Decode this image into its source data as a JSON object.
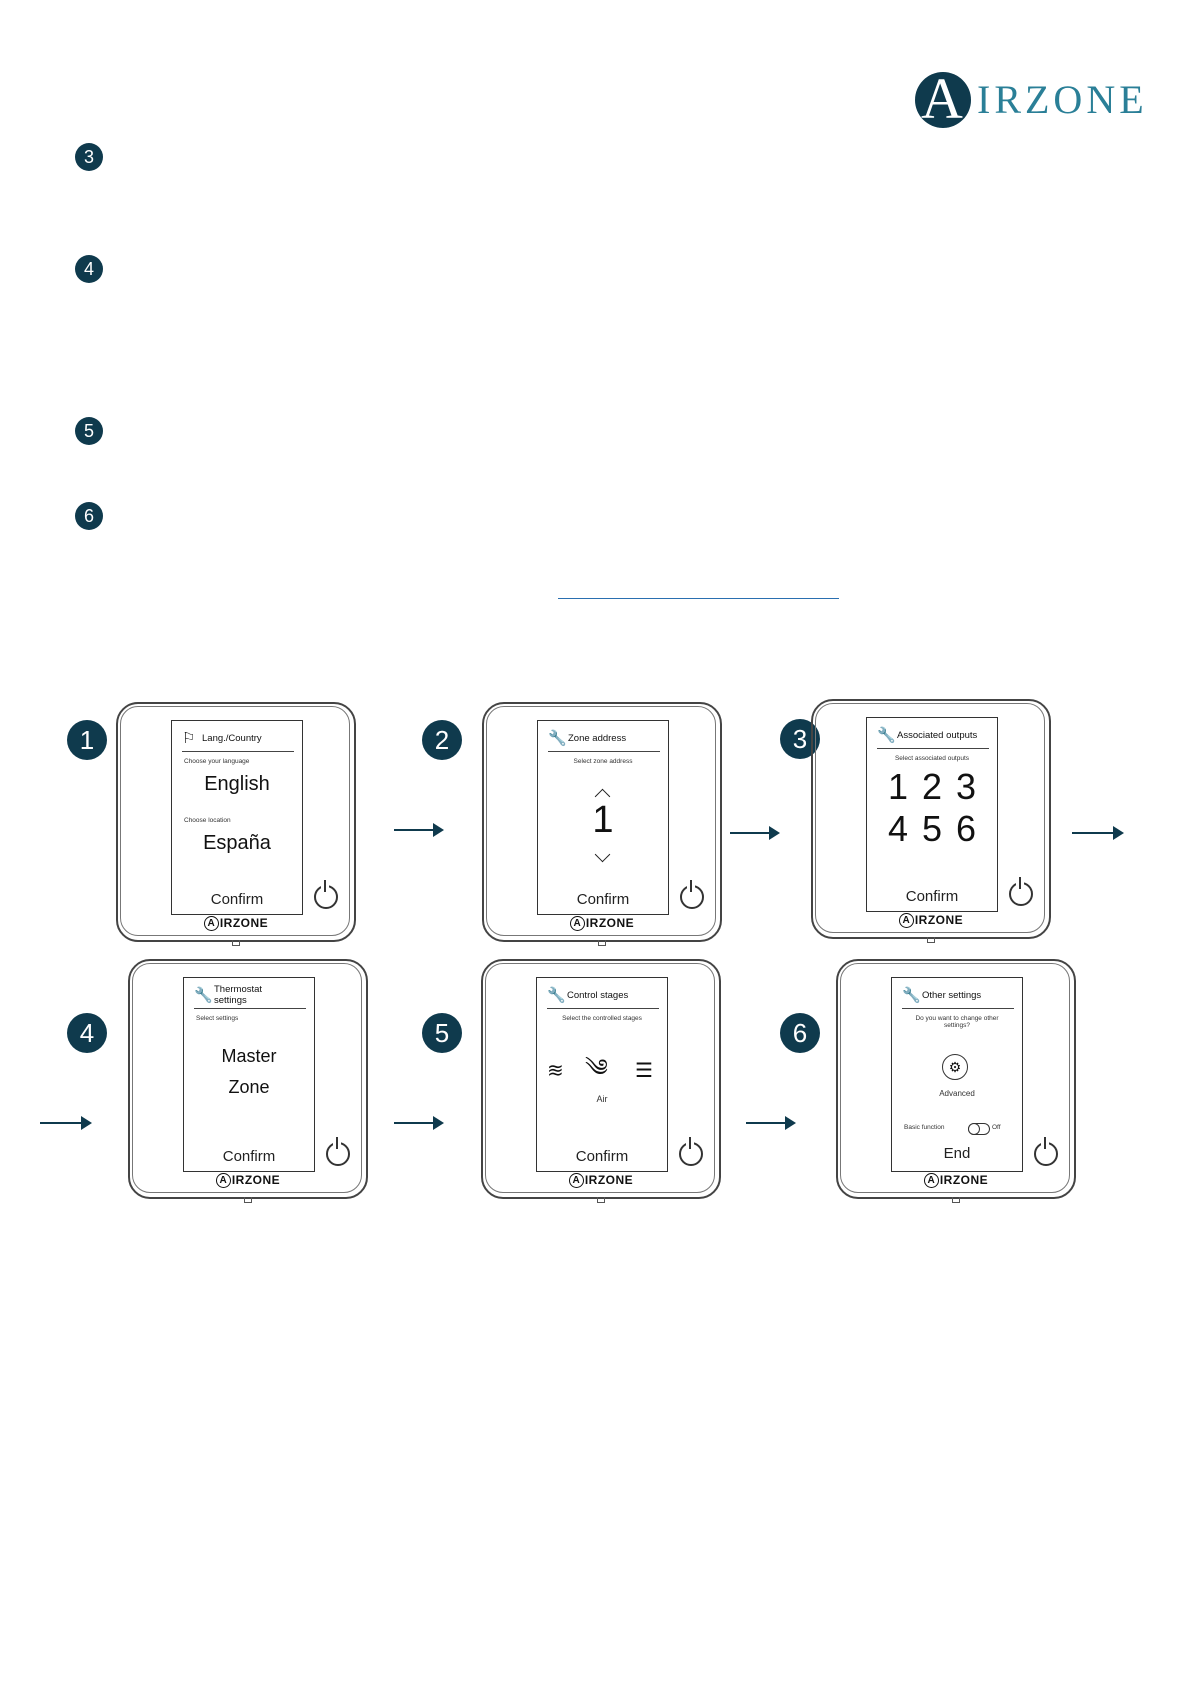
{
  "brand": {
    "logo_letter": "A",
    "logo_rest": "IRZONE"
  },
  "steps_left": [
    "3",
    "4",
    "5",
    "6"
  ],
  "device_brand": "IRZONE",
  "flow_numbers": [
    "1",
    "2",
    "3",
    "4",
    "5",
    "6"
  ],
  "screens": {
    "s1": {
      "title": "Lang./Country",
      "sub1": "Choose your language",
      "lang": "English",
      "sub2": "Choose location",
      "country": "España",
      "confirm": "Confirm"
    },
    "s2": {
      "title": "Zone address",
      "sub": "Select zone address",
      "value": "1",
      "confirm": "Confirm"
    },
    "s3": {
      "title": "Associated outputs",
      "sub": "Select associated outputs",
      "outputs": [
        "1",
        "2",
        "3",
        "4",
        "5",
        "6"
      ],
      "confirm": "Confirm"
    },
    "s4": {
      "title_line1": "Thermostat",
      "title_line2": "settings",
      "sub": "Select settings",
      "opt1": "Master",
      "opt2": "Zone",
      "confirm": "Confirm"
    },
    "s5": {
      "title": "Control stages",
      "sub": "Select the controlled stages",
      "stage": "Air",
      "confirm": "Confirm"
    },
    "s6": {
      "title": "Other settings",
      "sub_line1": "Do you want to change other",
      "sub_line2": "settings?",
      "advanced": "Advanced",
      "basic": "Basic function",
      "toggle_state": "Off",
      "end": "End"
    }
  }
}
